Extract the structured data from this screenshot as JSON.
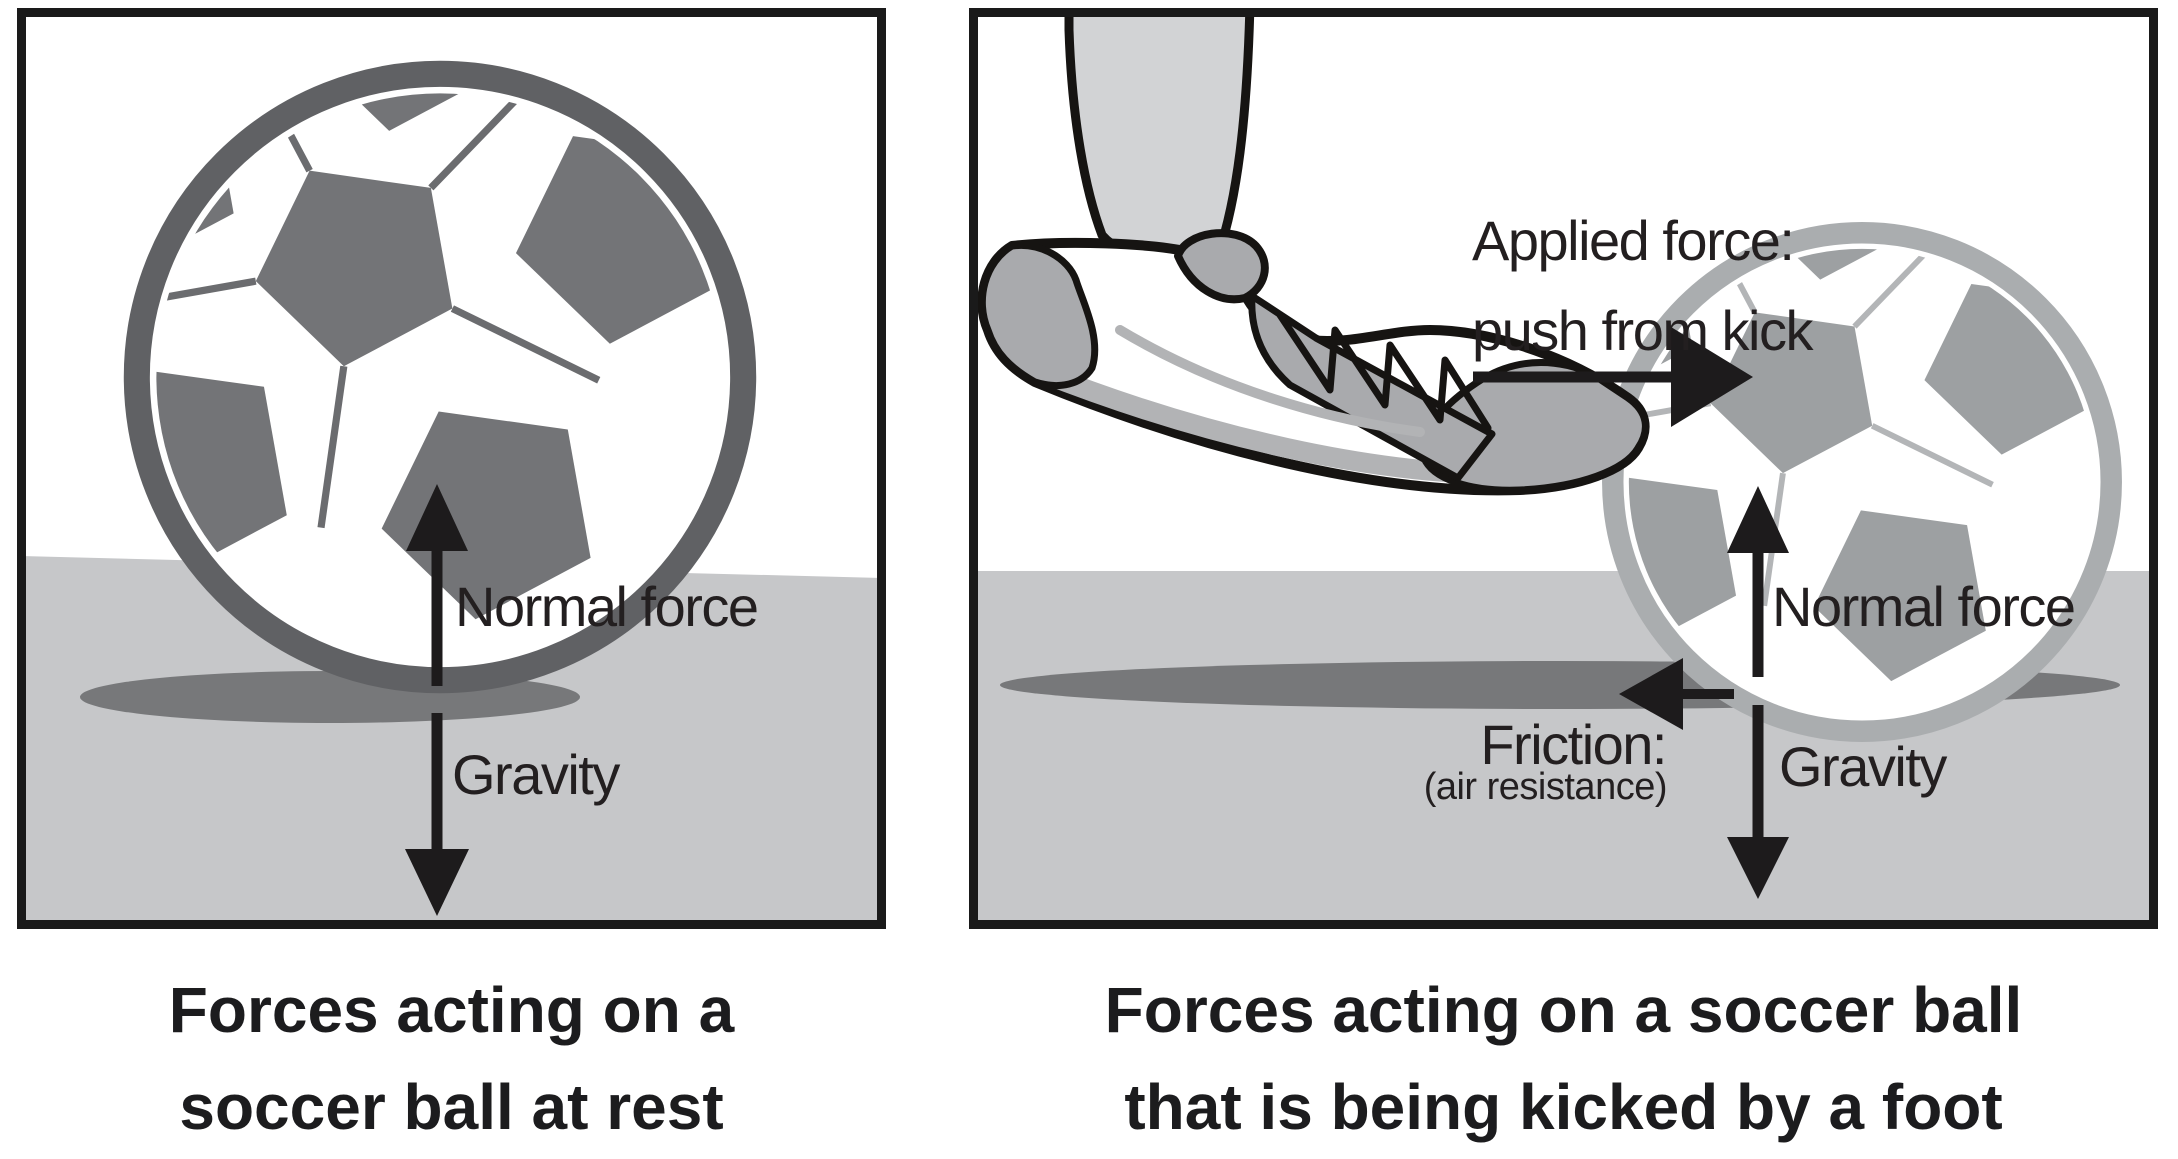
{
  "figure": {
    "type": "physics-force-diagram",
    "subject": "forces on a soccer ball"
  },
  "colors": {
    "panel_border": "#1a1a1a",
    "panel_background": "#ffffff",
    "ground": "#c6c7c9",
    "shadow": "#77787a",
    "ball_dark_pentagon": "#737477",
    "ball_dark_rim": "#606164",
    "ball_light_pentagon": "#9da0a2",
    "ball_light_rim": "#aaadaf",
    "shoe_gray": "#a9aaad",
    "leg_gray": "#d2d3d5",
    "ink": "#231f20"
  },
  "left_panel": {
    "caption": [
      "Forces acting on a",
      "soccer ball at rest"
    ],
    "labels": {
      "normal_force": "Normal force",
      "gravity": "Gravity"
    }
  },
  "right_panel": {
    "caption": [
      "Forces acting on a soccer ball",
      "that is being kicked by a foot"
    ],
    "labels": {
      "applied_force_line1": "Applied force:",
      "applied_force_line2": "push from kick",
      "normal_force": "Normal force",
      "friction": "Friction:",
      "friction_note": "(air resistance)",
      "gravity": "Gravity"
    }
  }
}
